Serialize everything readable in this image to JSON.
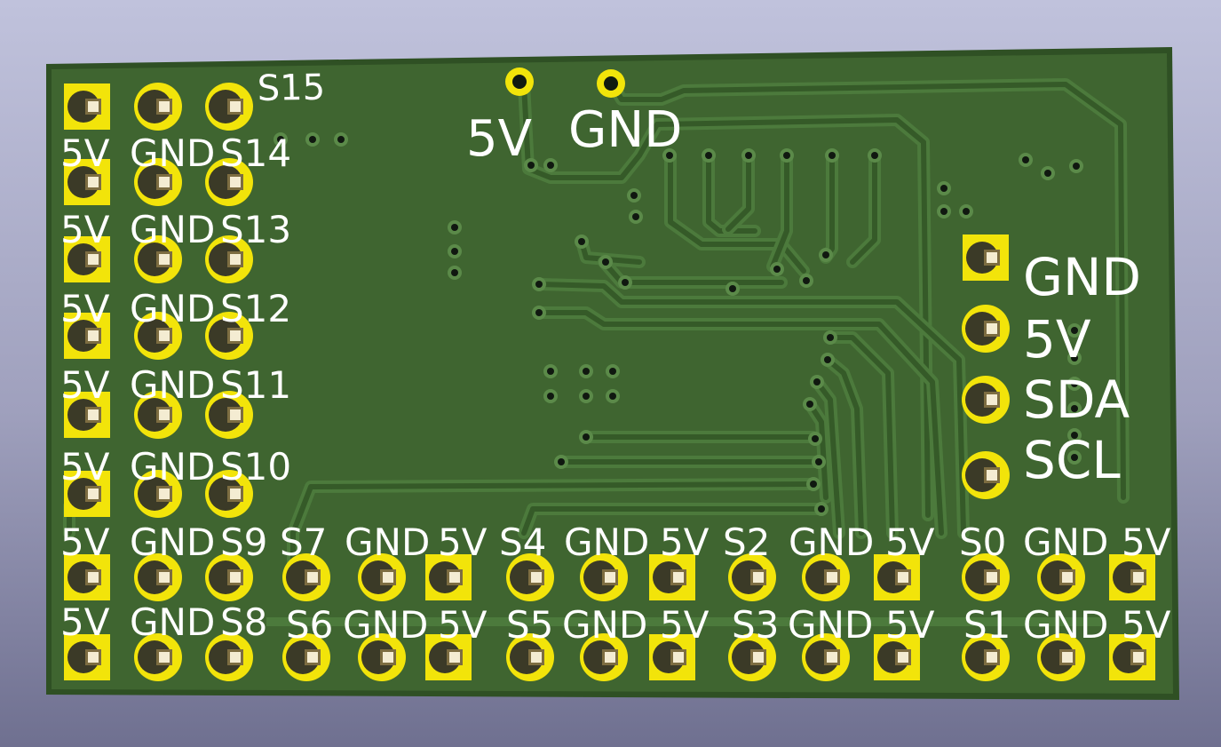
{
  "board": {
    "silkscreen_color": "#ffffff",
    "soldermask_color": "#3f6530",
    "pad_color": "#f2e40a",
    "copper_color": "#9a8f5a",
    "background_top": "#c0c2dc",
    "background_bottom": "#6f7090"
  },
  "labels": {
    "s15": "S15",
    "top_5v": "5V",
    "top_gnd": "GND",
    "left_rows": [
      {
        "v": "5V",
        "g": "GND",
        "s": "S14"
      },
      {
        "v": "5V",
        "g": "GND",
        "s": "S13"
      },
      {
        "v": "5V",
        "g": "GND",
        "s": "S12"
      },
      {
        "v": "5V",
        "g": "GND",
        "s": "S11"
      },
      {
        "v": "5V",
        "g": "GND",
        "s": "S10"
      },
      {
        "v": "5V",
        "g": "GND",
        "s": "S9"
      },
      {
        "v": "5V",
        "g": "GND",
        "s": "S8"
      }
    ],
    "bottom_row1": [
      "S7",
      "GND",
      "5V",
      "S4",
      "GND",
      "5V",
      "S2",
      "GND",
      "5V",
      "S0",
      "GND",
      "5V"
    ],
    "bottom_row2": [
      "S6",
      "GND",
      "5V",
      "S5",
      "GND",
      "5V",
      "S3",
      "GND",
      "5V",
      "S1",
      "GND",
      "5V"
    ],
    "i2c": [
      "GND",
      "5V",
      "SDA",
      "SCL"
    ]
  }
}
